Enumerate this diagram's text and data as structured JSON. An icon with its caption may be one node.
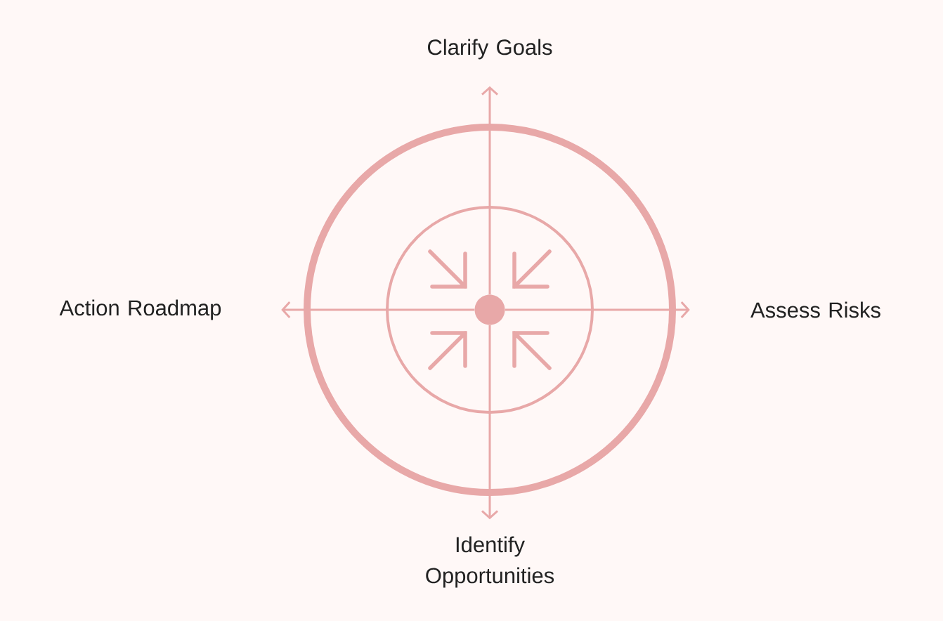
{
  "diagram": {
    "nodes": [
      {
        "text": [],
        "shape": "circle"
      },
      {
        "text": [
          "Clarify Goals"
        ]
      },
      {
        "text": [
          "Assess Risks"
        ]
      },
      {
        "text": [
          "Identify Opportunities"
        ]
      },
      {
        "text": [
          "Action Roadmap"
        ]
      }
    ],
    "edges": [
      {
        "from": 0,
        "to": 1,
        "arrow": "to"
      },
      {
        "from": 0,
        "to": 2,
        "arrow": "to"
      },
      {
        "from": 0,
        "to": 3,
        "arrow": "to"
      },
      {
        "from": 0,
        "to": 4,
        "arrow": "to"
      }
    ]
  }
}
